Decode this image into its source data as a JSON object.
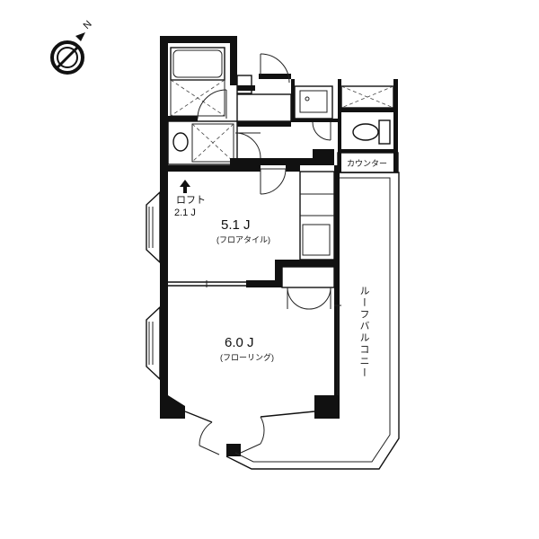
{
  "compass": {
    "label": "N",
    "icon": "compass-icon"
  },
  "rooms": {
    "loft": {
      "label": "ロフト",
      "size": "2.1 J"
    },
    "room_upper": {
      "size": "5.1 J",
      "floor": "(フロアタイル)"
    },
    "room_lower": {
      "size": "6.0 J",
      "floor": "(フローリング)"
    }
  },
  "counter_label": "カウンター",
  "balcony_label": "ルーフバルコニー"
}
